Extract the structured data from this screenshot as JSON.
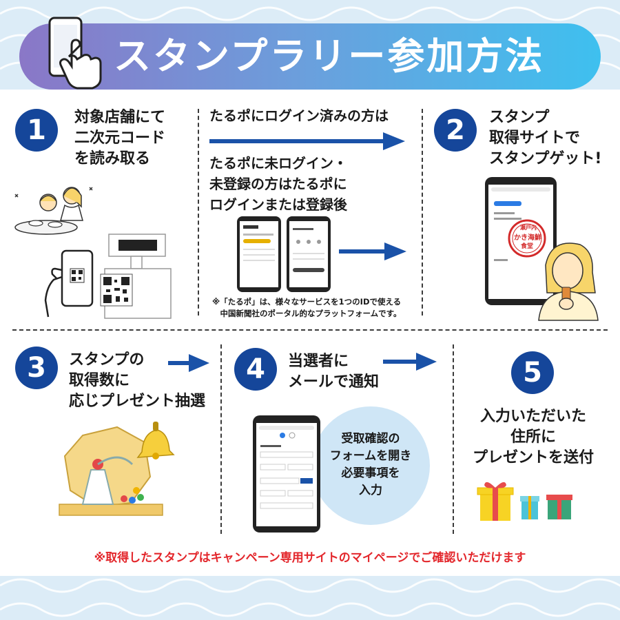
{
  "header": {
    "title": "スタンプラリー参加方法"
  },
  "steps": {
    "step1": {
      "number": "1",
      "text": "対象店舗にて\n二次元コード\nを読み取る"
    },
    "step2": {
      "number": "2",
      "text": "スタンプ\n取得サイトで\nスタンプゲット!"
    },
    "step3": {
      "number": "3",
      "text": "スタンプの\n取得数に\n応じプレゼント抽選"
    },
    "step4": {
      "number": "4",
      "text": "当選者に\nメールで通知"
    },
    "step5": {
      "number": "5",
      "text": "入力いただいた\n住所に\nプレゼントを送付"
    }
  },
  "middle": {
    "logged_in": "たるポにログイン済みの方は",
    "not_logged_in": "たるポに未ログイン・\n未登録の方はたるポに\nログインまたは登録後",
    "footnote": "※「たるポ」は、様々なサービスを1つのIDで使える\n　中国新聞社のポータル的なプラットフォームです。"
  },
  "bubble": {
    "text": "受取確認の\nフォームを開き\n必要事項を\n入力"
  },
  "stamp": {
    "line1": "瀬戸内",
    "line2": "かき海鮮",
    "line3": "食堂"
  },
  "notice": "※取得したスタンプはキャンペーン専用サイトのマイページでご確認いただけます",
  "colors": {
    "number_badge": "#15469a",
    "arrow": "#1a52a8",
    "notice": "#e3262b",
    "banner_start": "#8a77c7",
    "banner_end": "#3ec0ef"
  },
  "icons": [
    "smartphone-tap-icon",
    "qr-code-icon",
    "arrow-right-icon",
    "gift-icon",
    "bell-icon",
    "lottery-machine-icon"
  ]
}
